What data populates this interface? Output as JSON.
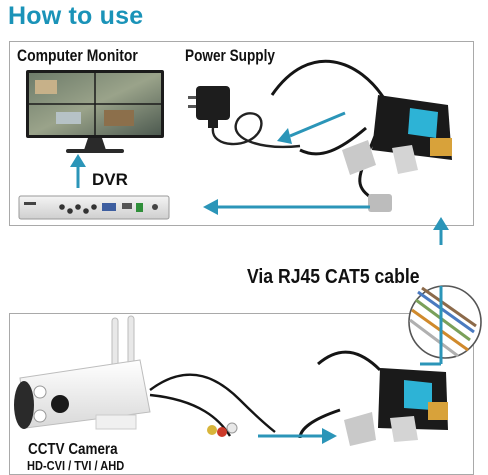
{
  "title": "How to use",
  "labels": {
    "computer_monitor": "Computer Monitor",
    "power_supply": "Power Supply",
    "dvr": "DVR",
    "cable": "Via RJ45 CAT5 cable",
    "cctv_camera": "CCTV Camera",
    "camera_formats": "HD-CVI / TVI / AHD"
  },
  "colors": {
    "title": "#1a93b8",
    "arrow": "#2b95b8",
    "border": "#a9a9a9",
    "balun_label": "#2db3d6"
  },
  "icons": [
    "monitor-icon",
    "power-adapter-icon",
    "dvr-icon",
    "video-balun-icon",
    "cat5-cable-icon",
    "cctv-camera-icon"
  ]
}
